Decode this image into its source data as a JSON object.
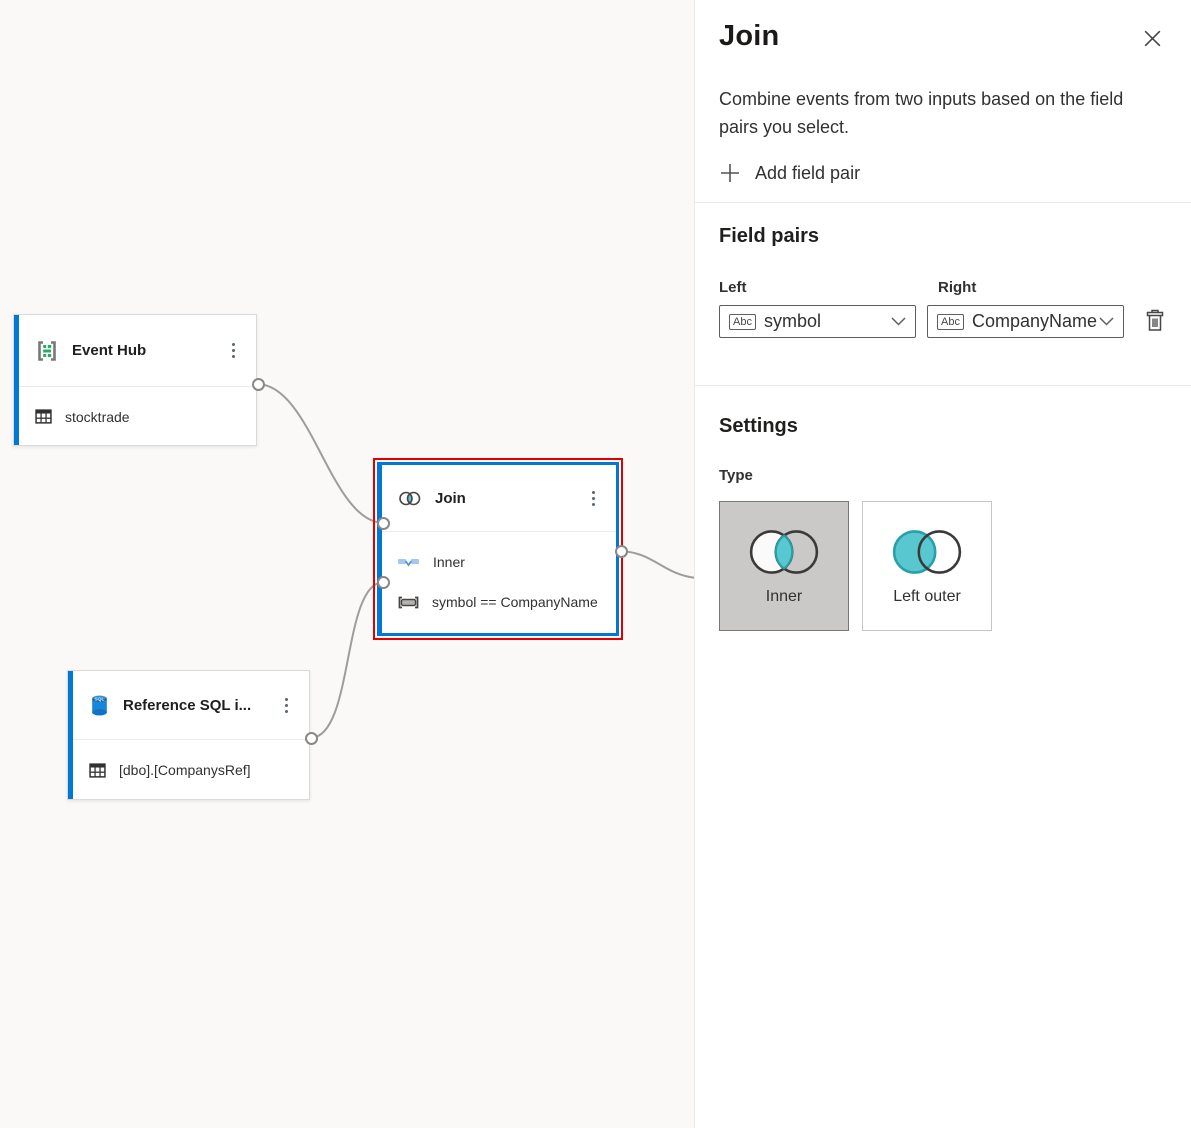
{
  "canvas": {
    "nodes": {
      "event_hub": {
        "title": "Event Hub",
        "subtitle": "stocktrade",
        "icon": "event-hub-icon"
      },
      "join": {
        "title": "Join",
        "icon": "join-venn-icon",
        "rows": [
          {
            "icon": "join-type-icon",
            "text": "Inner"
          },
          {
            "icon": "field-pair-icon",
            "text": "symbol == CompanyName"
          }
        ]
      },
      "reference_sql": {
        "title": "Reference SQL i...",
        "subtitle": "[dbo].[CompanysRef]",
        "icon": "sql-database-icon"
      }
    }
  },
  "panel": {
    "title": "Join",
    "close_icon": "close-icon",
    "description": "Combine events from two inputs based on the field pairs you select.",
    "add_field_pair_label": "Add field pair",
    "field_pairs": {
      "heading": "Field pairs",
      "left_label": "Left",
      "right_label": "Right",
      "left_value": "symbol",
      "right_value": "CompanyName",
      "type_badge": "Abc"
    },
    "settings": {
      "heading": "Settings",
      "type_label": "Type",
      "options": [
        {
          "label": "Inner",
          "selected": true
        },
        {
          "label": "Left outer",
          "selected": false
        }
      ]
    }
  },
  "colors": {
    "accent_blue": "#0078d4",
    "selection_red": "#e00000",
    "venn_teal": "#58c7cf",
    "venn_teal_stroke": "#27a0aa",
    "canvas_bg": "#faf9f8",
    "edge_gray": "#9f9d9b"
  }
}
